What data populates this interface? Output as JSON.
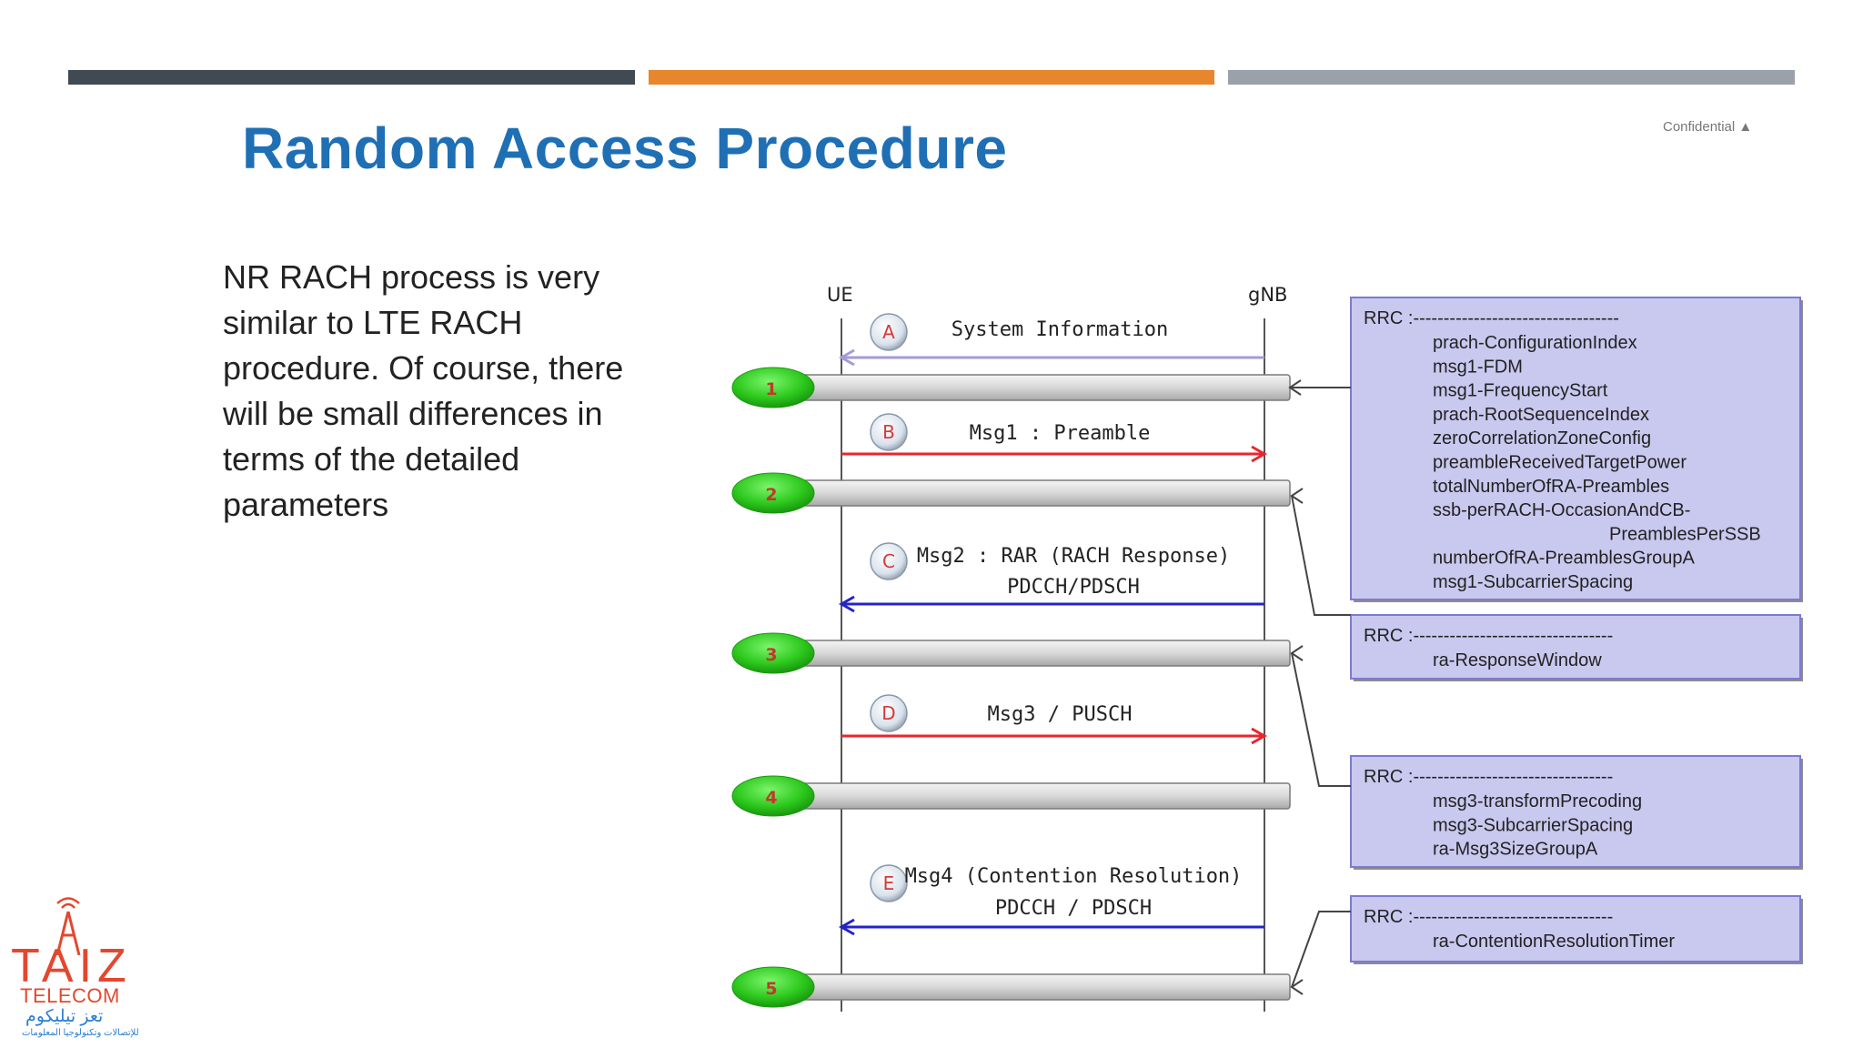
{
  "slide": {
    "title": "Random Access Procedure",
    "confidential": "Confidential ▲",
    "body_lines": [
      "NR RACH process is very",
      "similar to LTE RACH",
      "procedure. Of course, there",
      "will be small differences in",
      "terms of the detailed",
      "parameters"
    ],
    "top_bar_colors": [
      "#3f4a52",
      "#e8862e",
      "#9aa1a8"
    ]
  },
  "diagram": {
    "ue_label": "UE",
    "gnb_label": "gNB",
    "steps": [
      {
        "letter": "A",
        "lines": [
          "System Information"
        ],
        "direction": "gnb-to-ue",
        "color": "#a59bd6"
      },
      {
        "letter": "B",
        "lines": [
          "Msg1 : Preamble"
        ],
        "direction": "ue-to-gnb",
        "color": "#e8262e"
      },
      {
        "letter": "C",
        "lines": [
          "Msg2 : RAR (RACH Response)",
          "PDCCH/PDSCH"
        ],
        "direction": "gnb-to-ue",
        "color": "#2424c8"
      },
      {
        "letter": "D",
        "lines": [
          "Msg3 / PUSCH"
        ],
        "direction": "ue-to-gnb",
        "color": "#e8262e"
      },
      {
        "letter": "E",
        "lines": [
          "Msg4 (Contention Resolution)",
          "PDCCH / PDSCH"
        ],
        "direction": "gnb-to-ue",
        "color": "#2424c8"
      }
    ],
    "phases": [
      "1",
      "2",
      "3",
      "4",
      "5"
    ],
    "rrc_boxes": [
      {
        "header": "RRC :----------------------------------",
        "params": [
          "prach-ConfigurationIndex",
          "msg1-FDM",
          "msg1-FrequencyStart",
          "prach-RootSequenceIndex",
          "zeroCorrelationZoneConfig",
          "preambleReceivedTargetPower",
          "totalNumberOfRA-Preambles",
          "ssb-perRACH-OccasionAndCB-",
          "PreamblesPerSSB",
          "numberOfRA-PreamblesGroupA",
          "msg1-SubcarrierSpacing"
        ]
      },
      {
        "header": "RRC :---------------------------------",
        "params": [
          "ra-ResponseWindow"
        ]
      },
      {
        "header": "RRC :---------------------------------",
        "params": [
          "msg3-transformPrecoding",
          "msg3-SubcarrierSpacing",
          "ra-Msg3SizeGroupA"
        ]
      },
      {
        "header": "RRC  :---------------------------------",
        "params": [
          "ra-ContentionResolutionTimer"
        ]
      }
    ],
    "box_fill": "#c9c8ef",
    "box_stroke": "#7d7ad0"
  },
  "logo": {
    "word1": "TAIZ",
    "word2": "TELECOM",
    "arabic": "تعز تيليكوم",
    "tagline": "للإتصالات وتكنولوجيا المعلومات"
  }
}
